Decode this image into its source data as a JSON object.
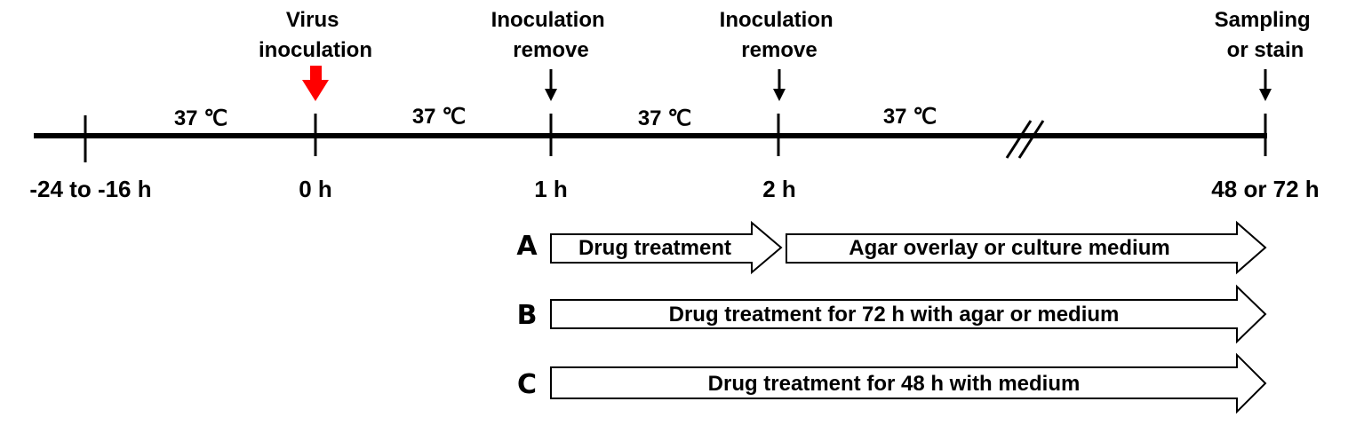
{
  "timeline": {
    "events": {
      "virus_inoculation": [
        "Virus",
        "inoculation"
      ],
      "inoculation_remove_1": [
        "Inoculation",
        "remove"
      ],
      "inoculation_remove_2": [
        "Inoculation",
        "remove"
      ],
      "sampling": [
        "Sampling",
        "or stain"
      ]
    },
    "temperatures": [
      "37 ℃",
      "37 ℃",
      "37 ℃",
      "37 ℃"
    ],
    "times": [
      "-24 to -16 h",
      "0 h",
      "1 h",
      "2 h",
      "48 or 72 h"
    ]
  },
  "protocols": [
    {
      "letter": "A",
      "segments": [
        "Drug treatment",
        "Agar overlay or culture medium"
      ]
    },
    {
      "letter": "B",
      "segments": [
        "Drug treatment for 72 h with agar or medium"
      ]
    },
    {
      "letter": "C",
      "segments": [
        "Drug treatment for 48 h with medium"
      ]
    }
  ],
  "colors": {
    "line": "#000000",
    "inoculation_arrow": "#ff0000"
  }
}
